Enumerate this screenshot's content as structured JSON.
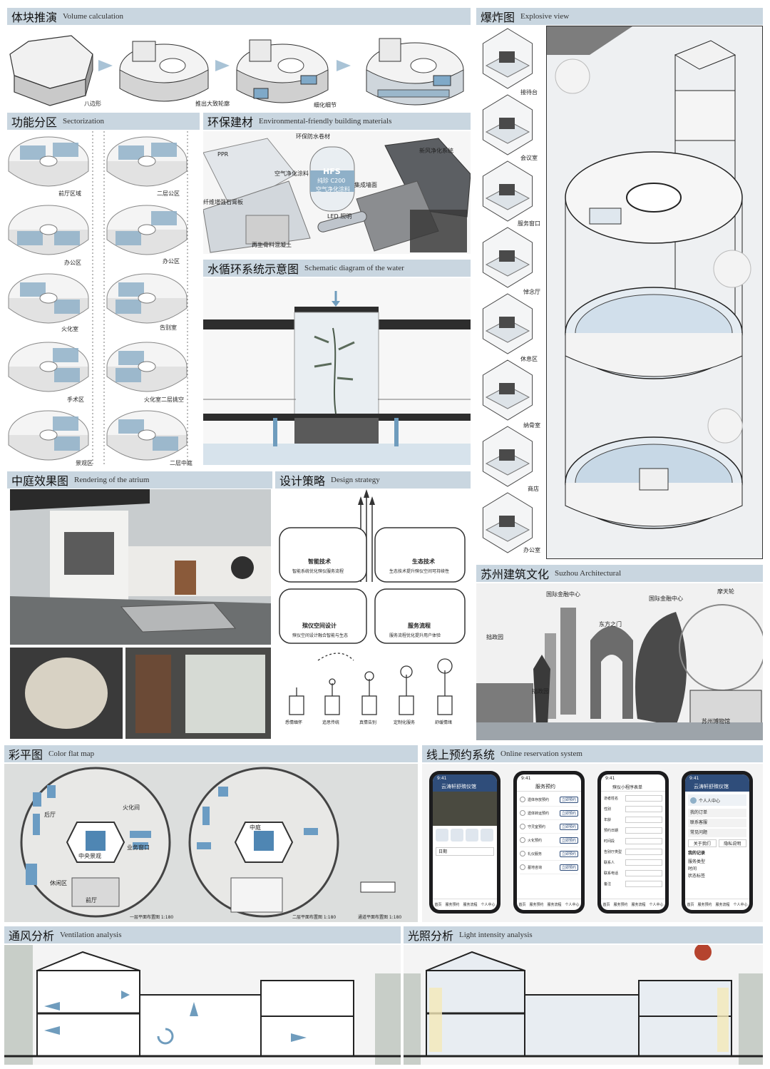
{
  "volume": {
    "title_zh": "体块推演",
    "title_en": "Volume calculation",
    "steps": [
      "八边形",
      "推出大致轮廓",
      "细化细节"
    ]
  },
  "sectorization": {
    "title_zh": "功能分区",
    "title_en": "Sectorization",
    "left": [
      "前厅区域",
      "办公区",
      "火化室",
      "手术区",
      "景观区"
    ],
    "right": [
      "二层公区",
      "办公区",
      "告别室",
      "火化室二层挑空",
      "二层中庭"
    ]
  },
  "materials": {
    "title_zh": "环保建材",
    "title_en": "Environmental-friendly building materials",
    "labels": [
      "环保防水卷材",
      "PPR",
      "新风净化系统",
      "空气净化涂料",
      "集成墙面",
      "纤维增强石膏板",
      "LED 照明",
      "再生骨料混凝土"
    ],
    "can_brand": "HFS",
    "can_text": "空气净化涂料",
    "can_model": "纯珍 C200"
  },
  "water": {
    "title_zh": "水循环系统示意图",
    "title_en": "Schematic diagram of the water"
  },
  "atrium": {
    "title_zh": "中庭效果图",
    "title_en": "Rendering of the atrium"
  },
  "strategy": {
    "title_zh": "设计策略",
    "title_en": "Design strategy",
    "cards": [
      {
        "title": "智能技术",
        "desc": "智能系统优化殡仪服务流程"
      },
      {
        "title": "生态技术",
        "desc": "生态技术提升殡仪空间可持续性"
      },
      {
        "title": "殡仪空间设计",
        "desc": "殡仪空间设计融合智能与生态"
      },
      {
        "title": "服务流程",
        "desc": "服务流程优化提升用户体验"
      }
    ],
    "pots": [
      "悉情缅怀",
      "追思传统",
      "真情告别",
      "定制化服务",
      "舒缓情绪"
    ]
  },
  "explosive": {
    "title_zh": "爆炸图",
    "title_en": "Explosive view",
    "rooms": [
      "接待台",
      "会议室",
      "服务窗口",
      "悼念厅",
      "休息区",
      "纳骨室",
      "商店",
      "办公室"
    ]
  },
  "suzhou": {
    "title_zh": "苏州建筑文化",
    "title_en": "Suzhou Architectural",
    "labels": [
      "国际金融中心",
      "国际金融中心",
      "摩天轮",
      "东方之门",
      "拙政园",
      "拙政园",
      "苏州博物馆"
    ]
  },
  "colorplan": {
    "title_zh": "彩平图",
    "title_en": "Color flat map",
    "labels1": [
      "火化间",
      "中央景观",
      "业务窗口",
      "后厅",
      "休闲区",
      "前厅"
    ],
    "labels2": [
      "中庭"
    ],
    "cap1": "一层平面布置图 1:180",
    "cap2": "二层平面布置图 1:180",
    "cap3": "通道平面布置图 1:180"
  },
  "online": {
    "title_zh": "线上预约系统",
    "title_en": "Online reservation system",
    "status_time": "9:41",
    "phone1": {
      "title": "云涛轩舒殡仪馆",
      "search": "日期",
      "tabs": [
        "首页",
        "服务预约",
        "服务流程",
        "个人中心"
      ]
    },
    "phone2": {
      "title": "服务预约",
      "items": [
        "遗体存放预约",
        "遗体转运预约",
        "守灵室预约",
        "火化预约",
        "礼仪服务",
        "墓地咨询"
      ],
      "btn": "立即预约",
      "tabs": [
        "首页",
        "服务预约",
        "服务流程",
        "个人中心"
      ]
    },
    "phone3": {
      "title": "殡仪小程序表单",
      "fields": [
        "逝者姓名",
        "性别",
        "年龄",
        "预约日期",
        "时间段",
        "告别厅类型",
        "联系人",
        "联系电话",
        "备注"
      ],
      "tabs": [
        "首页",
        "服务预约",
        "服务流程",
        "个人中心"
      ]
    },
    "phone4": {
      "title": "云涛轩舒殡仪馆",
      "user": "个人人中心",
      "items": [
        "我的订单",
        "联系客服",
        "常见问题"
      ],
      "pair": [
        "关于我们",
        "隐私说明"
      ],
      "section": "我的记录",
      "rec": [
        "服务类型",
        "时间",
        "状态标签"
      ],
      "tabs": [
        "首页",
        "服务预约",
        "服务流程",
        "个人中心"
      ]
    }
  },
  "ventilation": {
    "title_zh": "通风分析",
    "title_en": "Ventilation analysis"
  },
  "light": {
    "title_zh": "光照分析",
    "title_en": "Light intensity analysis"
  },
  "colors": {
    "header": "#c9d6e0",
    "accent": "#8fb0c8",
    "water": "#6f9cbd",
    "dark": "#2d2d2d"
  }
}
